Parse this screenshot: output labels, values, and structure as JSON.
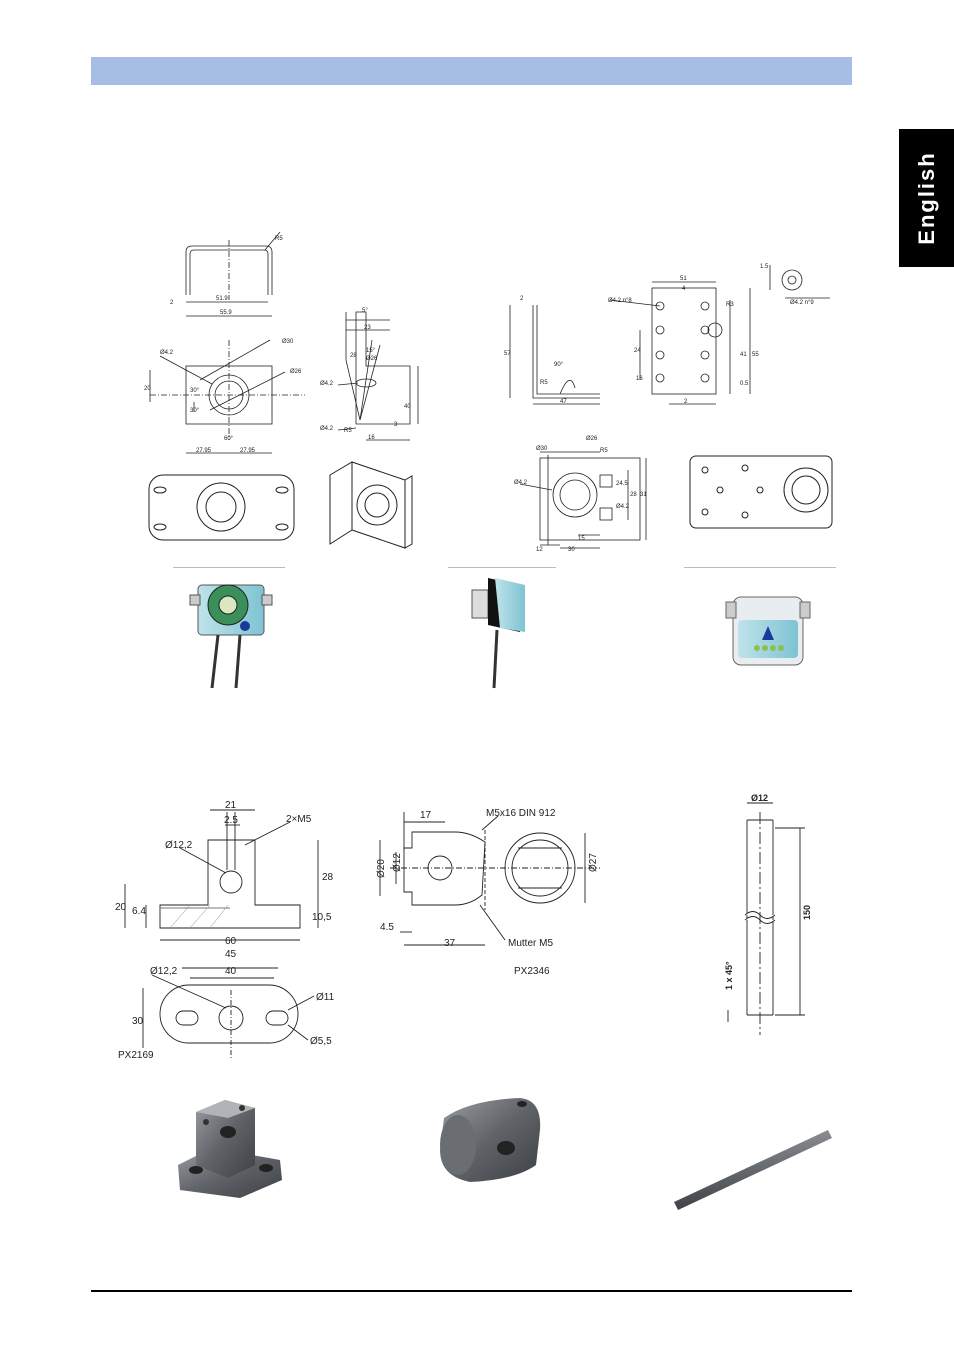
{
  "language_tab": "English",
  "bracket_left": {
    "dims": {
      "r": "R5",
      "w_inner": "51.9",
      "w_outer": "55.9",
      "t": "2",
      "d_center": "Ø30",
      "d_outer": "Ø26",
      "d_hole": "Ø4.2",
      "h": "20",
      "a1": "30°",
      "a2": "30°",
      "a3": "60°",
      "w_half_l": "27.95",
      "w_half_r": "27.95",
      "angle_5": "5°",
      "d23": "23",
      "angle_15": "15°",
      "d26": "Ø26",
      "d28": "28",
      "d_hole2": "Ø4.2",
      "d_hole3": "Ø4.2",
      "h40": "40",
      "r2": "R5",
      "d16": "16",
      "d3": "3"
    }
  },
  "bracket_right": {
    "dims": {
      "t": "2",
      "h57": "57",
      "angle90": "90°",
      "r": "R5",
      "w47": "47",
      "w51": "51",
      "d4": "4",
      "hole": "Ø4.2 n°8",
      "r3": "R3",
      "h24": "24",
      "h41": "41",
      "h55": "55",
      "h16": "16",
      "h0_5": "0.5",
      "d2": "2",
      "d1_5": "1.5",
      "hole2": "Ø4.2 n°9",
      "d30": "Ø30",
      "d26": "Ø26",
      "r5": "R5",
      "d4_2": "Ø4.2",
      "d24_5": "24.5",
      "d28": "28",
      "d31": "31",
      "d24_2": "Ø4.2",
      "d15": "15",
      "d12": "12",
      "d30b": "30"
    }
  },
  "clamp_left": {
    "dims": {
      "d21": "21",
      "d2_5": "2.5",
      "m5": "2×M5",
      "d12_2": "Ø12,2",
      "h28": "28",
      "h20": "20",
      "h6_4": "6.4",
      "h10_5": "10,5",
      "w60": "60",
      "w45": "45",
      "w40": "40",
      "d12_2b": "Ø12,2",
      "d11": "Ø11",
      "h30": "30",
      "d5_5": "Ø5,5",
      "part": "PX2169"
    }
  },
  "clamp_center": {
    "dims": {
      "d17": "17",
      "screw": "M5x16 DIN 912",
      "d20": "Ø20",
      "d12": "Ø12",
      "d27": "Ø27",
      "d4_5": "4.5",
      "d37": "37",
      "nut": "Mutter M5",
      "part": "PX2346"
    }
  },
  "rod": {
    "dims": {
      "d12": "Ø12",
      "l150": "150",
      "chamfer": "1 x 45°"
    }
  }
}
